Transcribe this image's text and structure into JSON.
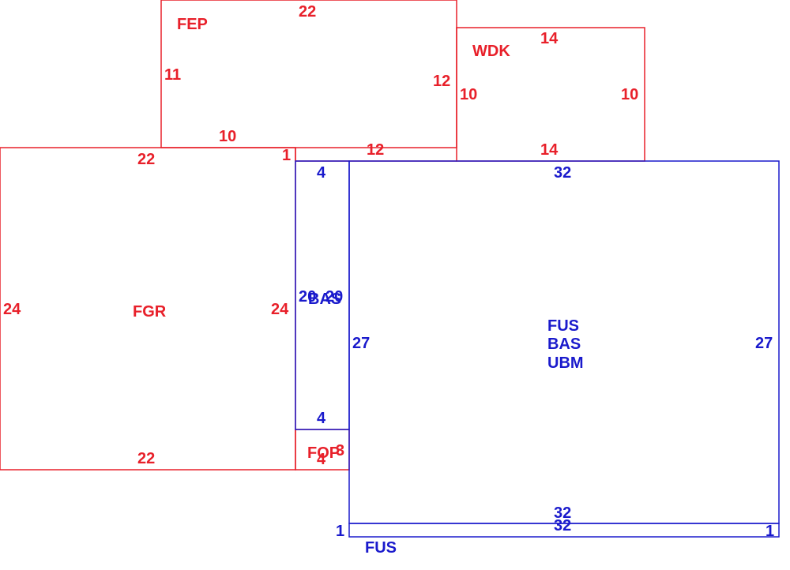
{
  "colors": {
    "red": "#e8202a",
    "blue": "#1a1acc"
  },
  "fep": {
    "code": "FEP",
    "top": "22",
    "left": "11",
    "right": "12",
    "bottom_left": "10",
    "bottom_right": "12"
  },
  "wdk": {
    "code": "WDK",
    "top": "14",
    "left": "10",
    "right": "10",
    "bottom": "14"
  },
  "fgr": {
    "code": "FGR",
    "top": "22",
    "left": "24",
    "right": "24",
    "bottom": "22",
    "corner": "1"
  },
  "bas_small": {
    "code": "BAS",
    "top": "4",
    "side_left": "20",
    "side_right": "20",
    "bottom": "4"
  },
  "fop": {
    "code": "FOP",
    "bottom": "4",
    "side": "3"
  },
  "main": {
    "codes": [
      "FUS",
      "BAS",
      "UBM"
    ],
    "top": "32",
    "left": "27",
    "right": "27",
    "bottom": "32"
  },
  "fus_strip": {
    "code": "FUS",
    "top": "32",
    "left": "1",
    "right": "1"
  }
}
